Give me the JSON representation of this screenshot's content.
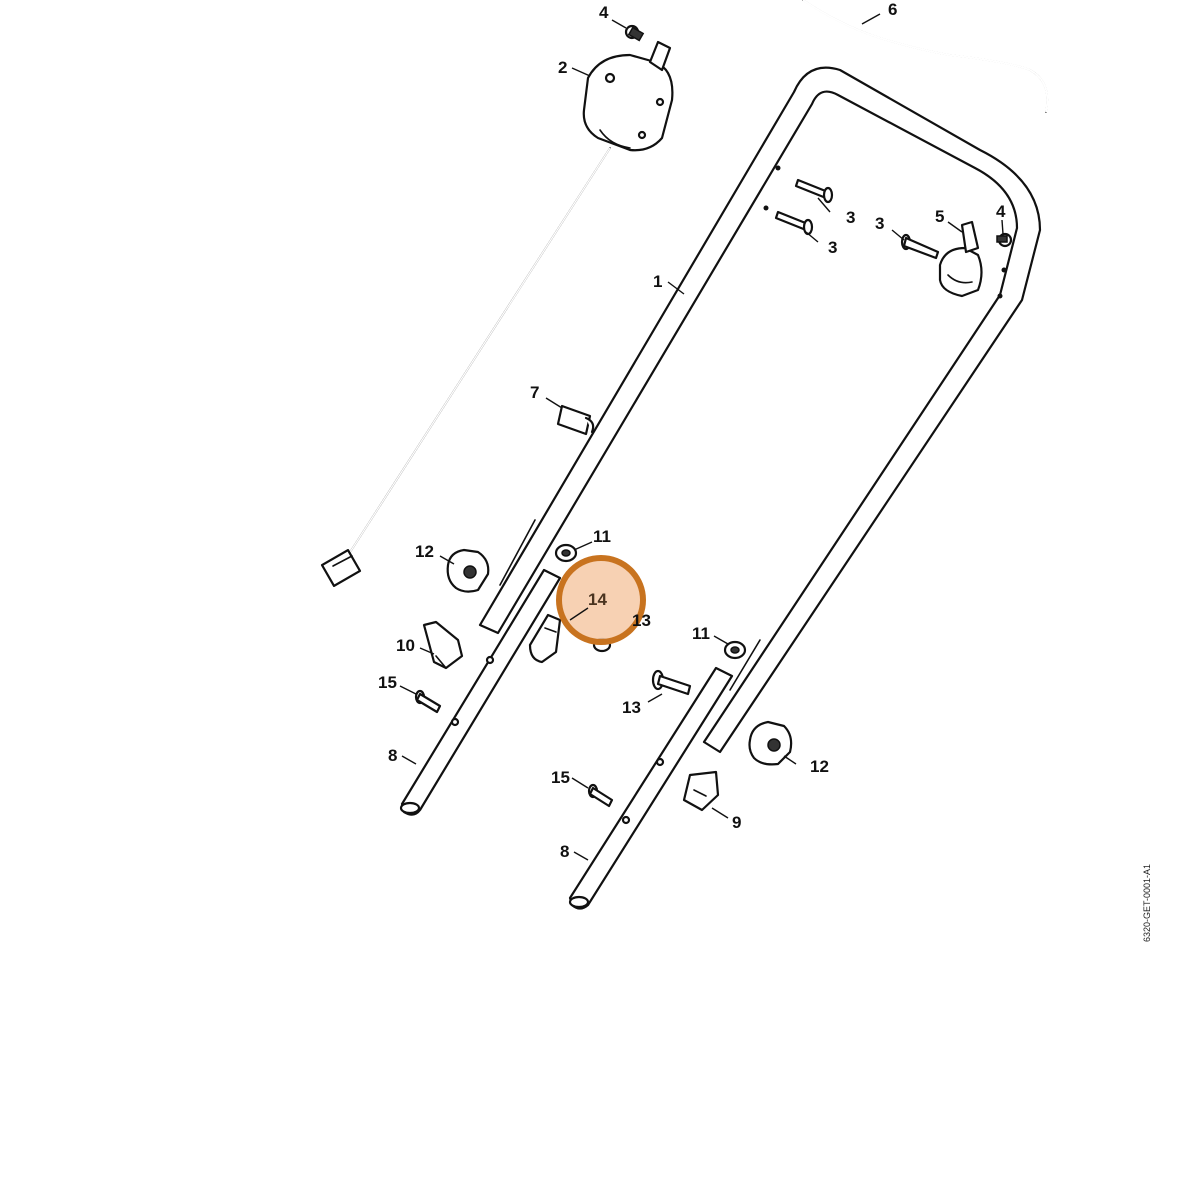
{
  "diagram": {
    "callouts": {
      "c1": "1",
      "c2": "2",
      "c3a": "3",
      "c3b": "3",
      "c3c": "3",
      "c4a": "4",
      "c4b": "4",
      "c5": "5",
      "c6": "6",
      "c7": "7",
      "c8a": "8",
      "c8b": "8",
      "c9": "9",
      "c10": "10",
      "c11a": "11",
      "c11b": "11",
      "c12a": "12",
      "c12b": "12",
      "c13a": "13",
      "c13b": "13",
      "c15a": "15",
      "c15b": "15"
    },
    "highlight": {
      "label": "14",
      "color": "#c8731f",
      "fill": "#f6c9a6"
    },
    "document_id": "6320-GET-0001-A1"
  }
}
